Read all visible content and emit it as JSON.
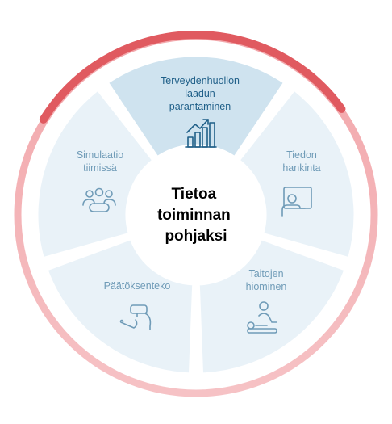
{
  "center": {
    "lines": [
      "Tietoa",
      "toiminnan",
      "pohjaksi"
    ]
  },
  "segments": [
    {
      "id": "terveydenhuolto",
      "lines": [
        "Terveydenhuollon",
        "laadun",
        "parantaminen"
      ],
      "icon": "chart-growth-icon",
      "highlighted": true
    },
    {
      "id": "tiedon-hankinta",
      "lines": [
        "Tiedon",
        "hankinta"
      ],
      "icon": "person-presenting-icon",
      "highlighted": false
    },
    {
      "id": "taitojen-hiominen",
      "lines": [
        "Taitojen",
        "hiominen"
      ],
      "icon": "patient-care-icon",
      "highlighted": false
    },
    {
      "id": "paatoksenteko",
      "lines": [
        "Päätöksenteko"
      ],
      "icon": "vr-headset-icon",
      "highlighted": false
    },
    {
      "id": "simulaatio",
      "lines": [
        "Simulaatio",
        "tiimissä"
      ],
      "icon": "team-icon",
      "highlighted": false
    }
  ],
  "colors": {
    "segment_fill": "#e9f2f8",
    "segment_highlight": "#cfe3ef",
    "segment_text": "#6f9bb7",
    "segment_text_highlight": "#1f5f88",
    "center_text": "#1f5f88",
    "ring_light": "#f0a3a7",
    "ring_dark": "#e05a60"
  }
}
